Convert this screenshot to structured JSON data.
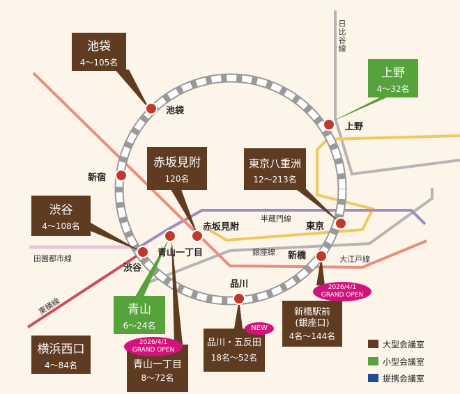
{
  "stations": {
    "ikebukuro": "池袋",
    "ueno": "上野",
    "shinjuku": "新宿",
    "akasaka_mitsuke": "赤坂見附",
    "tokyo": "東京",
    "aoyama_itchome": "青山一丁目",
    "shibuya": "渋谷",
    "shimbashi": "新橋",
    "shinagawa": "品川"
  },
  "lines": {
    "hibiya": "日比谷線",
    "hanzomon": "半蔵門線",
    "ginza": "銀座線",
    "oedo": "大江戸線",
    "denentoshi": "田園都市線",
    "toyoko": "東横線"
  },
  "locations": [
    {
      "name": "池袋",
      "capacity": "4～105名",
      "type": "large"
    },
    {
      "name": "上野",
      "capacity": "4～32名",
      "type": "small"
    },
    {
      "name": "赤坂見附",
      "capacity": "120名",
      "type": "large"
    },
    {
      "name": "東京八重洲",
      "capacity": "12～213名",
      "type": "large"
    },
    {
      "name": "渋谷",
      "capacity": "4～108名",
      "type": "large"
    },
    {
      "name": "青山",
      "capacity": "6～24名",
      "type": "small"
    },
    {
      "name": "横浜西口",
      "capacity": "4～84名",
      "type": "large"
    },
    {
      "name": "青山一丁目",
      "capacity": "8～72名",
      "type": "large"
    },
    {
      "name": "品川・五反田",
      "capacity": "18名～52名",
      "type": "large"
    },
    {
      "name": "新橋駅前\n(銀座口)",
      "capacity": "4名～144名",
      "type": "large"
    }
  ],
  "badges": {
    "aoyama_date": "2026/4/1",
    "aoyama_text": "GRAND OPEN",
    "shimbashi_date": "2026/4/1",
    "shimbashi_text": "GRAND OPEN",
    "shinagawa_new": "NEW"
  },
  "legend": [
    {
      "label": "大型会議室",
      "color": "#5e3b21"
    },
    {
      "label": "小型会議室",
      "color": "#55a33a"
    },
    {
      "label": "提携会議室",
      "color": "#1f4e96"
    }
  ]
}
